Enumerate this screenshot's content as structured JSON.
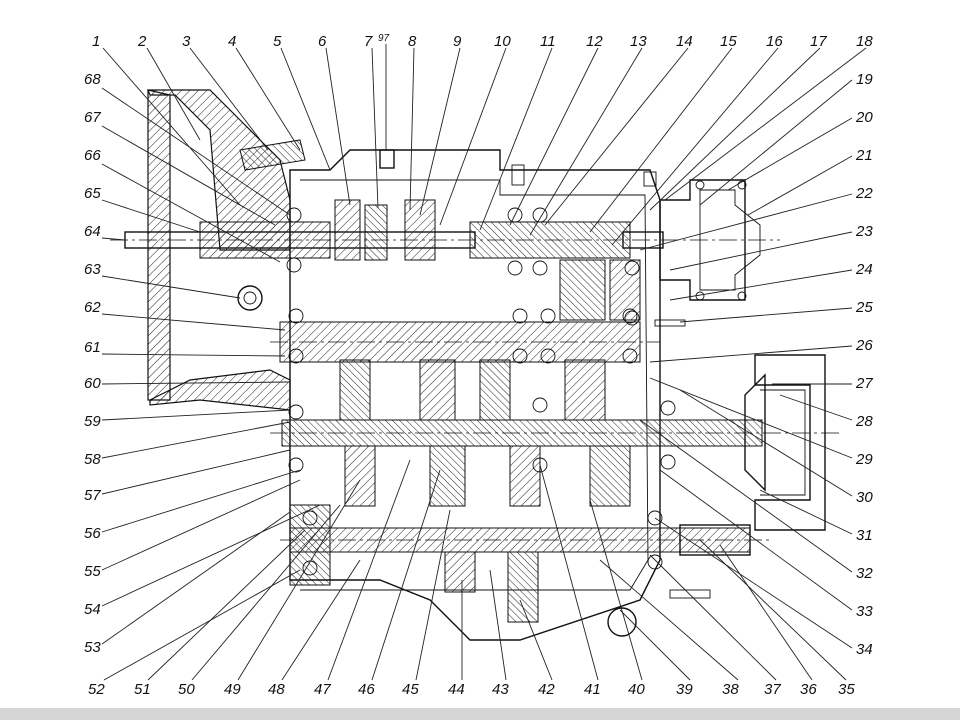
{
  "figure": {
    "subject": "gearbox-cross-section",
    "callouts_top": [
      "1",
      "2",
      "3",
      "4",
      "5",
      "6",
      "7",
      "8",
      "9",
      "10",
      "11",
      "12",
      "13",
      "14",
      "15",
      "16",
      "17",
      "18"
    ],
    "callout_top_extra": "97",
    "callouts_right": [
      "19",
      "20",
      "21",
      "22",
      "23",
      "24",
      "25",
      "26",
      "27",
      "28",
      "29",
      "30",
      "31",
      "32",
      "33",
      "34"
    ],
    "callouts_bottom": [
      "52",
      "51",
      "50",
      "49",
      "48",
      "47",
      "46",
      "45",
      "44",
      "43",
      "42",
      "41",
      "40",
      "39",
      "38",
      "37",
      "36",
      "35"
    ],
    "callouts_left": [
      "68",
      "67",
      "66",
      "65",
      "64",
      "63",
      "62",
      "61",
      "60",
      "59",
      "58",
      "57",
      "56",
      "55",
      "54",
      "53"
    ]
  }
}
